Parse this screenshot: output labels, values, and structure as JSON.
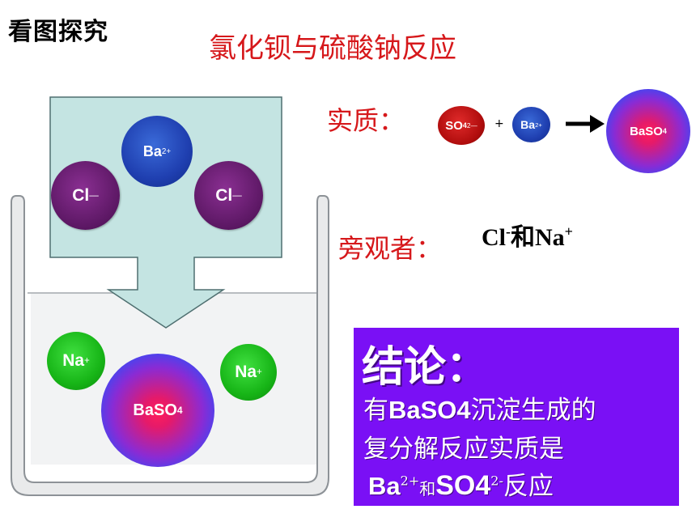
{
  "header": {
    "left_title": "看图探究",
    "main_title": "氯化钡与硫酸钠反应"
  },
  "essence": {
    "label": "实质：",
    "so4": {
      "base": "SO",
      "sub": "4",
      "sup": "2—"
    },
    "plus": "+",
    "ba": {
      "base": "Ba",
      "sup": "2+"
    },
    "product": {
      "base": "BaSO",
      "sub": "4"
    }
  },
  "spectators": {
    "label": "旁观者：",
    "cl": "Cl",
    "cl_sup": "-",
    "and": "和",
    "na": "Na",
    "na_sup": "+"
  },
  "beaker": {
    "ba": {
      "base": "Ba",
      "sup": "2+"
    },
    "cl_left": {
      "base": "Cl",
      "sup": "—"
    },
    "cl_right": {
      "base": "Cl",
      "sup": "—"
    },
    "na_left": {
      "base": "Na",
      "sup": "+"
    },
    "na_right": {
      "base": "Na",
      "sup": "+"
    },
    "precipitate": {
      "base": "BaSO",
      "sub": "4"
    }
  },
  "conclusion": {
    "heading": "结论：",
    "line1_formula": "BaSO4",
    "line1_pre": "有",
    "line1_post": "沉淀生成的",
    "line2": "复分解反应实质是",
    "line3_ba": "Ba",
    "line3_ba_sup": "2+",
    "line3_and": "和",
    "line3_so": "SO4",
    "line3_so_sup": "2-",
    "line3_post": "反应"
  },
  "colors": {
    "title_red": "#d6181b",
    "conclusion_bg": "#7a10f5",
    "box_fill": "#bfe3e1"
  }
}
